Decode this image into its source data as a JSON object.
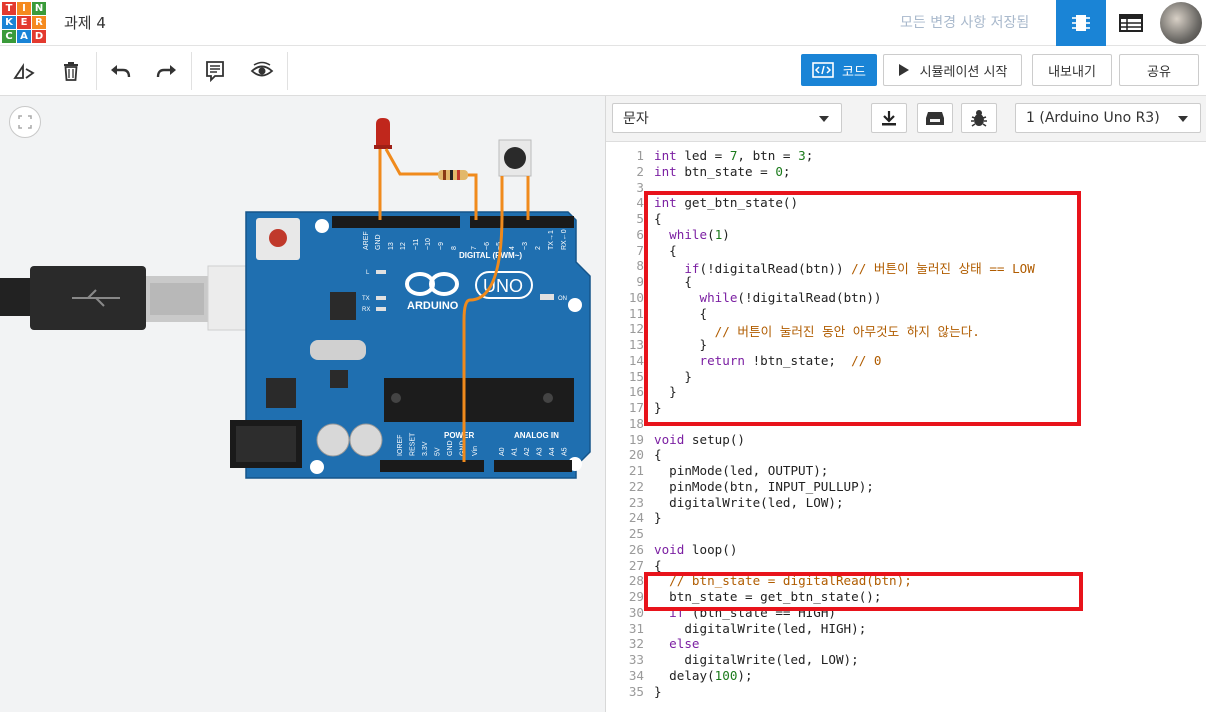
{
  "topbar": {
    "logo_letters": [
      "T",
      "I",
      "N",
      "K",
      "E",
      "R",
      "C",
      "A",
      "D"
    ],
    "project_title": "과제 4",
    "save_status": "모든 변경 사항 저장됨"
  },
  "toolbar": {
    "code_button": "코드",
    "start_simulation": "시뮬레이션 시작",
    "export": "내보내기",
    "share": "공유"
  },
  "circuit": {
    "board_brand": "ARDUINO",
    "board_model": "UNO",
    "digital_label": "DIGITAL (PWM~)",
    "power_label": "POWER",
    "analog_label": "ANALOG IN",
    "on_label": "ON",
    "digital_pins": [
      "AREF",
      "GND",
      "13",
      "12",
      "~11",
      "~10",
      "~9",
      "8",
      "7",
      "~6",
      "~5",
      "4",
      "~3",
      "2",
      "TX→1",
      "RX←0"
    ],
    "power_pins": [
      "IOREF",
      "RESET",
      "3.3V",
      "5V",
      "GND",
      "GND",
      "Vin"
    ],
    "analog_pins": [
      "A0",
      "A1",
      "A2",
      "A3",
      "A4",
      "A5"
    ],
    "led_labels": [
      "L",
      "TX",
      "RX"
    ]
  },
  "code_editor": {
    "mode_select": "문자",
    "board_select": "1 (Arduino Uno R3)",
    "lines": [
      "int led = 7, btn = 3;",
      "int btn_state = 0;",
      "",
      "int get_btn_state()",
      "{",
      "  while(1)",
      "  {",
      "    if(!digitalRead(btn)) // 버튼이 눌러진 상태 == LOW",
      "    {",
      "      while(!digitalRead(btn))",
      "      {",
      "        // 버튼이 눌러진 동안 아무것도 하지 않는다.",
      "      }",
      "      return !btn_state;  // 0",
      "    }",
      "  }",
      "}",
      "",
      "void setup()",
      "{",
      "  pinMode(led, OUTPUT);",
      "  pinMode(btn, INPUT_PULLUP);",
      "  digitalWrite(led, LOW);",
      "}",
      "",
      "void loop()",
      "{",
      "  // btn_state = digitalRead(btn);",
      "  btn_state = get_btn_state();",
      "  if (btn_state == HIGH)",
      "    digitalWrite(led, HIGH);",
      "  else",
      "    digitalWrite(led, LOW);",
      "  delay(100);",
      "}"
    ]
  },
  "colors": {
    "accent": "#1a84d6",
    "highlight_box": "#e8131b",
    "board": "#1f6fb0",
    "wire": "#f08a1c"
  },
  "icons": [
    "rotate-icon",
    "delete-icon",
    "undo-icon",
    "redo-icon",
    "notes-icon",
    "visibility-icon",
    "circuit-view-icon",
    "list-view-icon",
    "download-icon",
    "library-icon",
    "debug-icon",
    "play-icon",
    "code-icon",
    "fit-view-icon"
  ]
}
